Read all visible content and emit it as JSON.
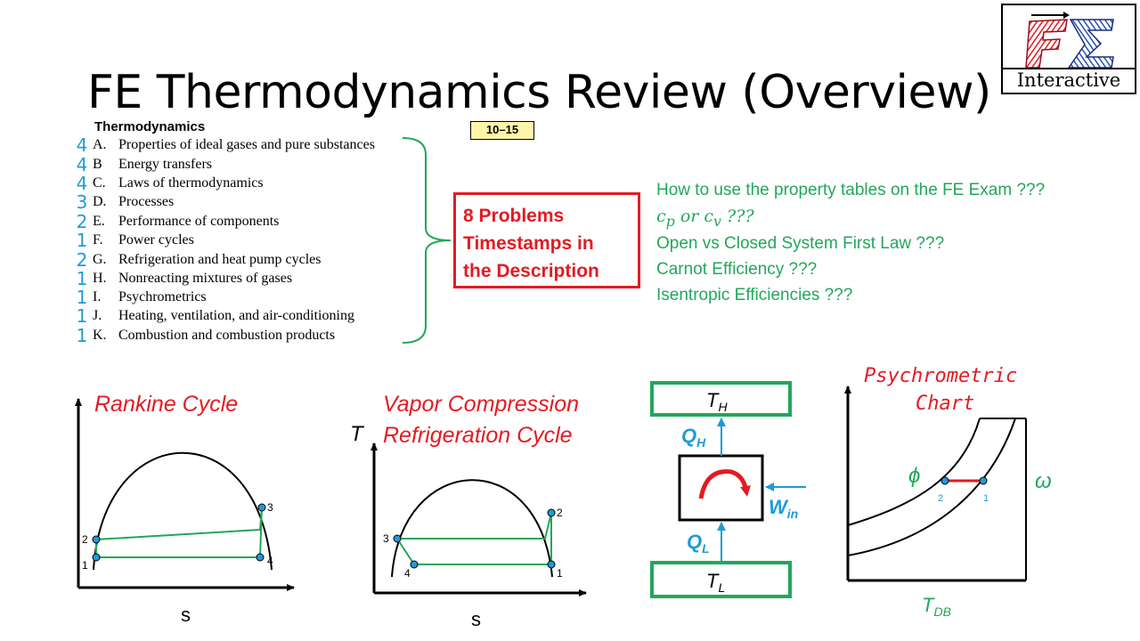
{
  "title": "FE Thermodynamics Review (Overview)",
  "logo": {
    "symbol": "FΣ",
    "label": "Interactive"
  },
  "topic_heading": "Thermodynamics",
  "problem_range": "10–15",
  "topics": [
    {
      "count": "4",
      "letter": "A.",
      "name": "Properties of ideal gases and pure substances"
    },
    {
      "count": "4",
      "letter": "B",
      "name": "Energy transfers"
    },
    {
      "count": "4",
      "letter": "C.",
      "name": "Laws of thermodynamics"
    },
    {
      "count": "3",
      "letter": "D.",
      "name": "Processes"
    },
    {
      "count": "2",
      "letter": "E.",
      "name": "Performance of components"
    },
    {
      "count": "1",
      "letter": "F.",
      "name": "Power cycles"
    },
    {
      "count": "2",
      "letter": "G.",
      "name": "Refrigeration and heat pump cycles"
    },
    {
      "count": "1",
      "letter": "H.",
      "name": "Nonreacting mixtures of gases"
    },
    {
      "count": "1",
      "letter": "I.",
      "name": "Psychrometrics"
    },
    {
      "count": "1",
      "letter": "J.",
      "name": "Heating, ventilation, and air-conditioning"
    },
    {
      "count": "1",
      "letter": "K.",
      "name": "Combustion and combustion products"
    }
  ],
  "problems_box": {
    "line1": "8 Problems",
    "line2": "Timestamps in",
    "line3": "the Description"
  },
  "notes": {
    "n1": "How to use the property tables on the FE Exam ???",
    "n2_cp": "c",
    "n2_p": "p",
    "n2_or": " or c",
    "n2_v": "v",
    "n2_q": " ???",
    "n3": "Open vs Closed System First Law ???",
    "n4": "Carnot Efficiency ???",
    "n5": "Isentropic Efficiencies ???"
  },
  "rankine": {
    "title": "Rankine Cycle",
    "xlabel": "s",
    "points": [
      "1",
      "2",
      "3",
      "4"
    ]
  },
  "vapor": {
    "title_line1": "Vapor Compression",
    "title_line2": "Refrigeration Cycle",
    "ylabel": "T",
    "xlabel": "s",
    "points": [
      "1",
      "2",
      "3",
      "4"
    ]
  },
  "heat_pump": {
    "th_T": "T",
    "th_sub": "H",
    "tl_T": "T",
    "tl_sub": "L",
    "qh_Q": "Q",
    "qh_sub": "H",
    "ql_Q": "Q",
    "ql_sub": "L",
    "w_W": "W",
    "w_sub": "in"
  },
  "psychro": {
    "title_line1": "Psychrometric",
    "title_line2": "Chart",
    "phi": "ϕ",
    "omega": "ω",
    "xlabel_T": "T",
    "xlabel_sub": "DB",
    "points": [
      "1",
      "2"
    ]
  },
  "colors": {
    "green": "#22a75a",
    "red": "#e31b23",
    "blue": "#1e9bd7",
    "badge": "#fdf6a9"
  }
}
